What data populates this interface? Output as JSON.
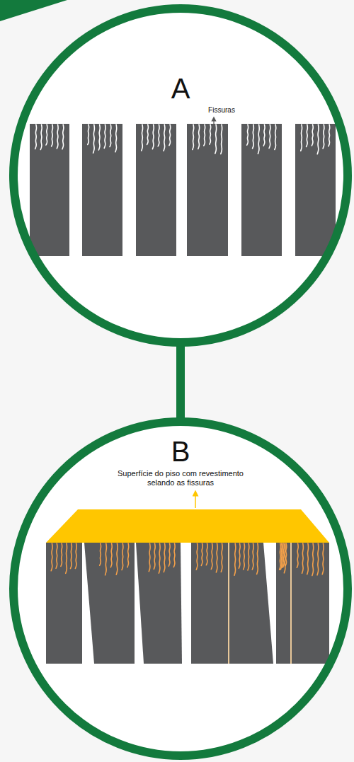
{
  "diagram": {
    "nodes": [
      {
        "text": [
          "A",
          "Fissuras"
        ]
      },
      {
        "text": [
          "B",
          "Superfície do piso com revestimento selando as fissuras"
        ]
      }
    ],
    "edges": [
      {
        "from": 0,
        "to": 1,
        "arrow": "none"
      }
    ]
  }
}
